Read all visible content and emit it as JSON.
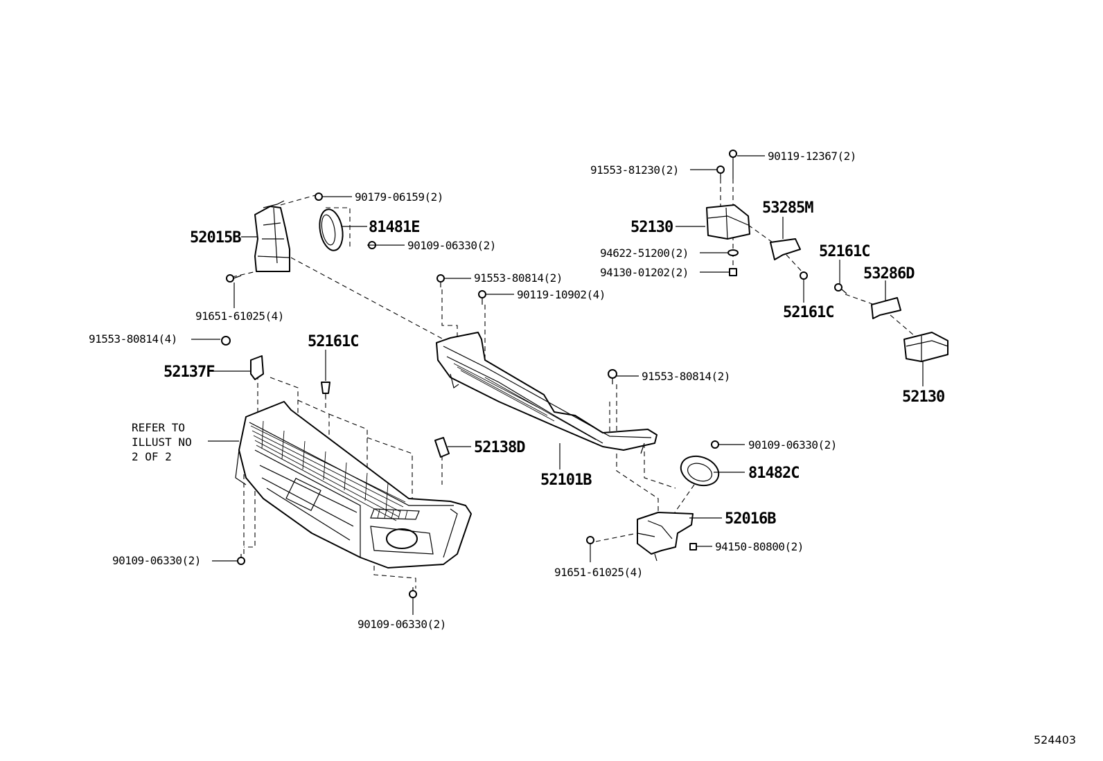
{
  "callouts": {
    "p90179_06159": "90179-06159(2)",
    "p81481E": "81481E",
    "p52015B": "52015B",
    "p90109_06330_a": "90109-06330(2)",
    "p91651_61025_a": "91651-61025(4)",
    "p91553_80814_a": "91553-80814(4)",
    "p52161C_a": "52161C",
    "p52137F": "52137F",
    "p52138D": "52138D",
    "p90109_06330_b": "90109-06330(2)",
    "p90109_06330_c": "90109-06330(2)",
    "p91553_81230": "91553-81230(2)",
    "p90119_12367": "90119-12367(2)",
    "p52130_a": "52130",
    "p53285M": "53285M",
    "p94622_51200": "94622-51200(2)",
    "p94130_01202": "94130-01202(2)",
    "p52161C_b": "52161C",
    "p52161C_c": "52161C",
    "p53286D": "53286D",
    "p52130_b": "52130",
    "p91553_80814_b": "91553-80814(2)",
    "p90119_10902": "90119-10902(4)",
    "p91553_80814_c": "91553-80814(2)",
    "p52101B": "52101B",
    "p90109_06330_d": "90109-06330(2)",
    "p81482C": "81482C",
    "p52016B": "52016B",
    "p94150_80800": "94150-80800(2)",
    "p91651_61025_b": "91651-61025(4)"
  },
  "reference_note": {
    "line1": "REFER TO",
    "line2": "ILLUST NO",
    "line3": "2 OF 2"
  },
  "illustration_code": "524403"
}
